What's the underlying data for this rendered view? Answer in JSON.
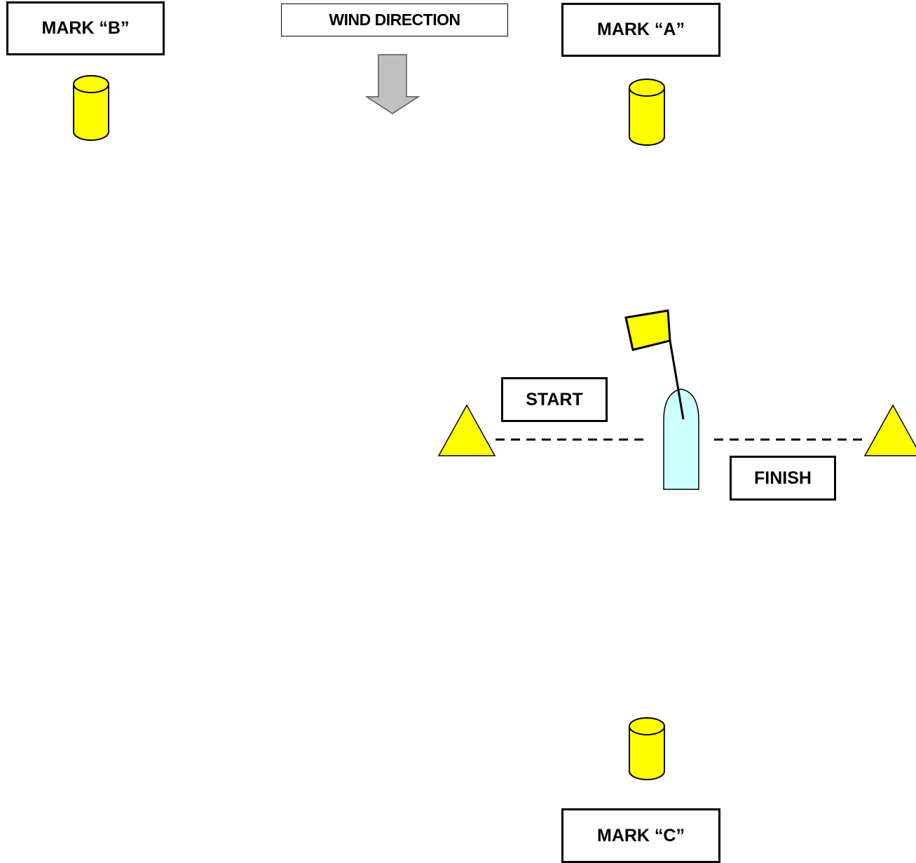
{
  "labels": {
    "mark_b": "MARK “B”",
    "mark_a": "MARK “A”",
    "mark_c": "MARK “C”",
    "wind_direction": "WIND DIRECTION",
    "start": "START",
    "finish": "FINISH"
  },
  "colors": {
    "buoy_fill": "#ffff00",
    "arrow_fill": "#c0c0c0",
    "boat_fill": "#ccffff",
    "flag_fill": "#ffff00",
    "outline": "#000000"
  },
  "icons": {
    "buoy": "cylinder-buoy-icon",
    "start_finish_mark": "triangle-mark-icon",
    "committee_boat": "boat-icon",
    "flag": "flag-icon",
    "wind_arrow": "down-arrow-icon"
  }
}
